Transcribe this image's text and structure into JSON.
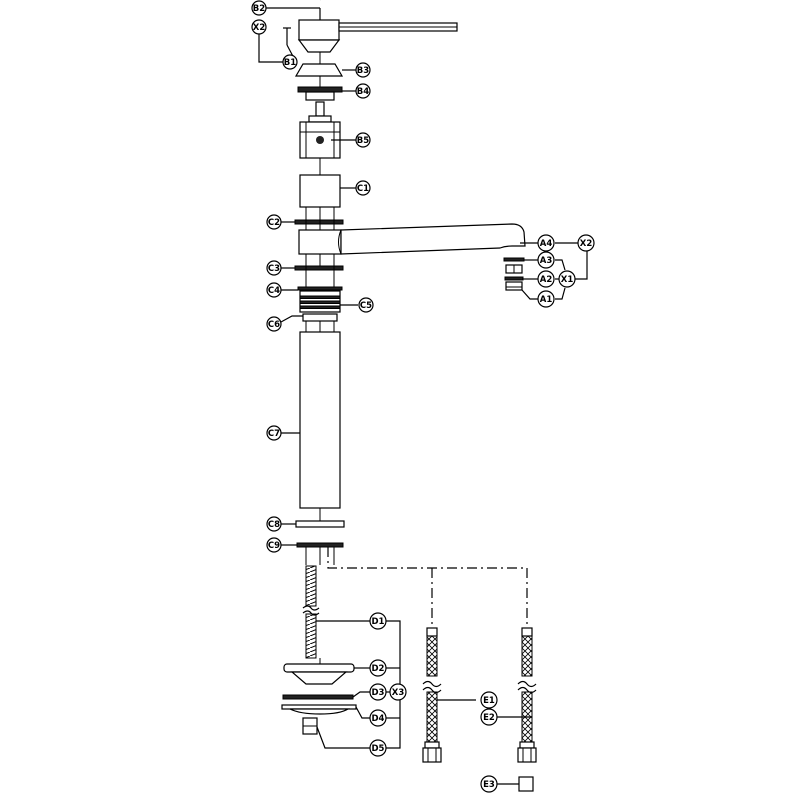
{
  "labels": {
    "B2": "B2",
    "X2_top": "X2",
    "B1": "B1",
    "B3": "B3",
    "B4": "B4",
    "B5": "B5",
    "C1": "C1",
    "C2": "C2",
    "A4": "A4",
    "X2_right": "X2",
    "A3": "A3",
    "A2": "A2",
    "X1": "X1",
    "A1": "A1",
    "C3": "C3",
    "C4": "C4",
    "C5": "C5",
    "C6": "C6",
    "C7": "C7",
    "C8": "C8",
    "C9": "C9",
    "D1": "D1",
    "D2": "D2",
    "D3": "D3",
    "X3": "X3",
    "D4": "D4",
    "D5": "D5",
    "E1": "E1",
    "E2": "E2",
    "E3": "E3"
  }
}
